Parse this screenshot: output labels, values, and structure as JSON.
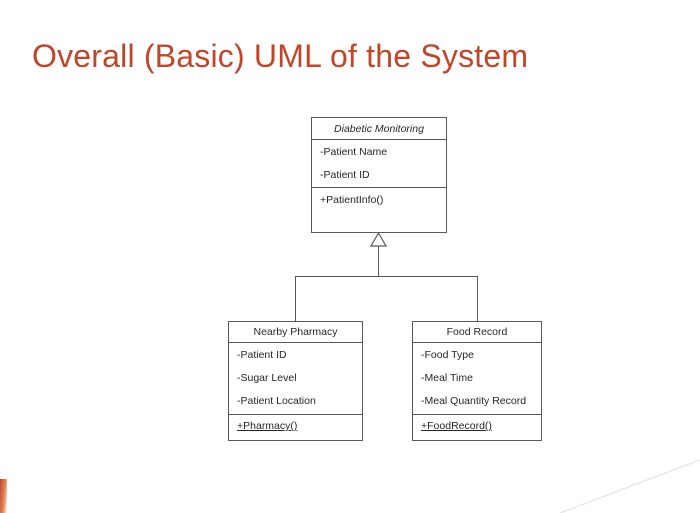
{
  "slide": {
    "title": "Overall (Basic) UML of the System",
    "title_color": "#C0462A",
    "background": "#ffffff"
  },
  "diagram": {
    "type": "uml-class-diagram",
    "relationship": "generalization",
    "line_color": "#595959",
    "box_fill": "#ffffff",
    "classes": [
      {
        "id": "diabetic-monitoring",
        "name": "Diabetic Monitoring",
        "name_style": "italic",
        "role": "parent",
        "attributes": [
          "-Patient Name",
          "-Patient ID"
        ],
        "operations": [
          "+PatientInfo()"
        ]
      },
      {
        "id": "nearby-pharmacy",
        "name": "Nearby Pharmacy",
        "name_style": "normal",
        "role": "child",
        "attributes": [
          "-Patient ID",
          "-Sugar Level",
          "-Patient Location"
        ],
        "operations": [
          "+Pharmacy()"
        ]
      },
      {
        "id": "food-record",
        "name": "Food Record",
        "name_style": "normal",
        "role": "child",
        "attributes": [
          "-Food Type",
          "-Meal Time",
          "-Meal Quantity Record"
        ],
        "operations": [
          "+FoodRecord()"
        ]
      }
    ]
  }
}
